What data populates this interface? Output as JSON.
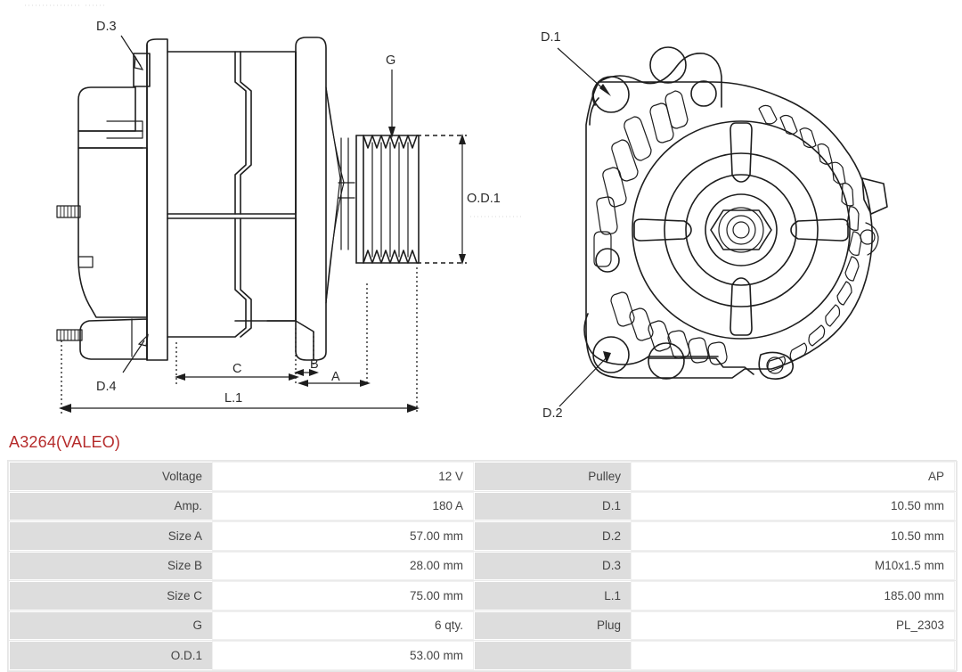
{
  "part": {
    "title": "A3264(VALEO)",
    "title_color": "#b52b2b"
  },
  "drawing": {
    "view_side_name": "alternator-side-section-view",
    "view_front_name": "alternator-front-view",
    "callouts": {
      "d3": "D.3",
      "d4": "D.4",
      "g": "G",
      "od1": "O.D.1",
      "a": "A",
      "b": "B",
      "c": "C",
      "l1": "L.1",
      "d1": "D.1",
      "d2": "D.2"
    }
  },
  "specs": {
    "left_column": [
      {
        "label": "Voltage",
        "value": "12 V"
      },
      {
        "label": "Amp.",
        "value": "180 A"
      },
      {
        "label": "Size A",
        "value": "57.00 mm"
      },
      {
        "label": "Size B",
        "value": "28.00 mm"
      },
      {
        "label": "Size C",
        "value": "75.00 mm"
      },
      {
        "label": "G",
        "value": "6 qty."
      },
      {
        "label": "O.D.1",
        "value": "53.00 mm"
      }
    ],
    "right_column": [
      {
        "label": "Pulley",
        "value": "AP"
      },
      {
        "label": "D.1",
        "value": "10.50 mm"
      },
      {
        "label": "D.2",
        "value": "10.50 mm"
      },
      {
        "label": "D.3",
        "value": "M10x1.5 mm"
      },
      {
        "label": "L.1",
        "value": "185.00 mm"
      },
      {
        "label": "Plug",
        "value": "PL_2303"
      },
      {
        "label": "",
        "value": ""
      }
    ]
  }
}
